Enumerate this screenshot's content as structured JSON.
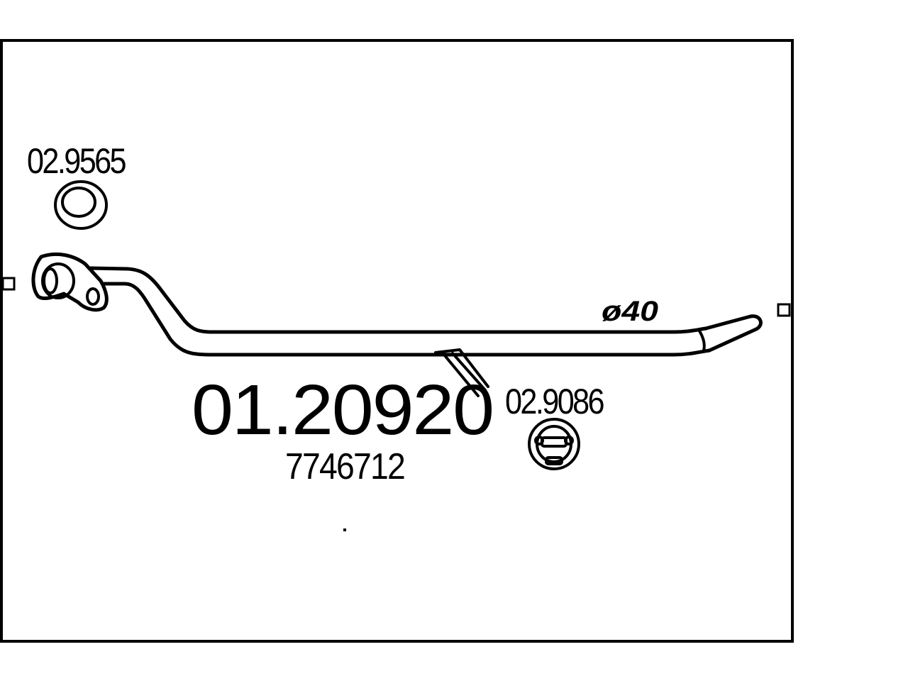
{
  "diagram": {
    "main_part_number": "01.20920",
    "oe_number": "7746712",
    "pipe_diameter": "ø40",
    "gasket_part_number": "02.9565",
    "rubber_mount_part_number": "02.9086",
    "colors": {
      "line": "#000000",
      "background": "#ffffff"
    }
  }
}
